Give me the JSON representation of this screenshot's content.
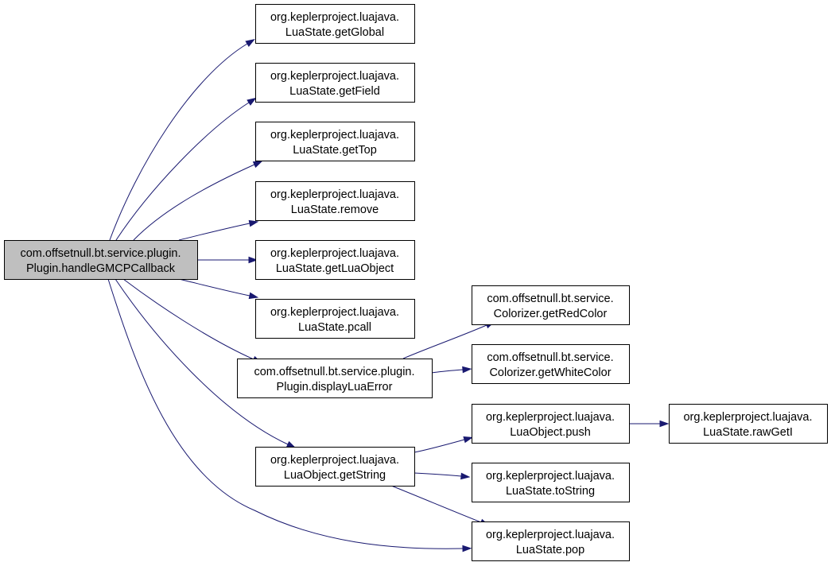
{
  "diagram": {
    "type": "call-graph",
    "colors": {
      "edge": "#191970",
      "root_fill": "#bfbfbf",
      "node_fill": "#ffffff",
      "node_border": "#000000"
    },
    "nodes": [
      {
        "id": "handleGMCPCallback",
        "line1": "com.offsetnull.bt.service.plugin.",
        "line2": "Plugin.handleGMCPCallback",
        "root": true
      },
      {
        "id": "getGlobal",
        "line1": "org.keplerproject.luajava.",
        "line2": "LuaState.getGlobal"
      },
      {
        "id": "getField",
        "line1": "org.keplerproject.luajava.",
        "line2": "LuaState.getField"
      },
      {
        "id": "getTop",
        "line1": "org.keplerproject.luajava.",
        "line2": "LuaState.getTop"
      },
      {
        "id": "remove",
        "line1": "org.keplerproject.luajava.",
        "line2": "LuaState.remove"
      },
      {
        "id": "getLuaObject",
        "line1": "org.keplerproject.luajava.",
        "line2": "LuaState.getLuaObject"
      },
      {
        "id": "pcall",
        "line1": "org.keplerproject.luajava.",
        "line2": "LuaState.pcall"
      },
      {
        "id": "displayLuaError",
        "line1": "com.offsetnull.bt.service.plugin.",
        "line2": "Plugin.displayLuaError"
      },
      {
        "id": "getString",
        "line1": "org.keplerproject.luajava.",
        "line2": "LuaObject.getString"
      },
      {
        "id": "getRedColor",
        "line1": "com.offsetnull.bt.service.",
        "line2": "Colorizer.getRedColor"
      },
      {
        "id": "getWhiteColor",
        "line1": "com.offsetnull.bt.service.",
        "line2": "Colorizer.getWhiteColor"
      },
      {
        "id": "push",
        "line1": "org.keplerproject.luajava.",
        "line2": "LuaObject.push"
      },
      {
        "id": "toString",
        "line1": "org.keplerproject.luajava.",
        "line2": "LuaState.toString"
      },
      {
        "id": "pop",
        "line1": "org.keplerproject.luajava.",
        "line2": "LuaState.pop"
      },
      {
        "id": "rawGetI",
        "line1": "org.keplerproject.luajava.",
        "line2": "LuaState.rawGetI"
      }
    ],
    "edges": [
      {
        "from": "handleGMCPCallback",
        "to": "getGlobal"
      },
      {
        "from": "handleGMCPCallback",
        "to": "getField"
      },
      {
        "from": "handleGMCPCallback",
        "to": "getTop"
      },
      {
        "from": "handleGMCPCallback",
        "to": "remove"
      },
      {
        "from": "handleGMCPCallback",
        "to": "getLuaObject"
      },
      {
        "from": "handleGMCPCallback",
        "to": "pcall"
      },
      {
        "from": "handleGMCPCallback",
        "to": "displayLuaError"
      },
      {
        "from": "handleGMCPCallback",
        "to": "getString"
      },
      {
        "from": "handleGMCPCallback",
        "to": "pop"
      },
      {
        "from": "displayLuaError",
        "to": "getRedColor"
      },
      {
        "from": "displayLuaError",
        "to": "getWhiteColor"
      },
      {
        "from": "getString",
        "to": "push"
      },
      {
        "from": "getString",
        "to": "toString"
      },
      {
        "from": "getString",
        "to": "pop"
      },
      {
        "from": "push",
        "to": "rawGetI"
      }
    ]
  }
}
